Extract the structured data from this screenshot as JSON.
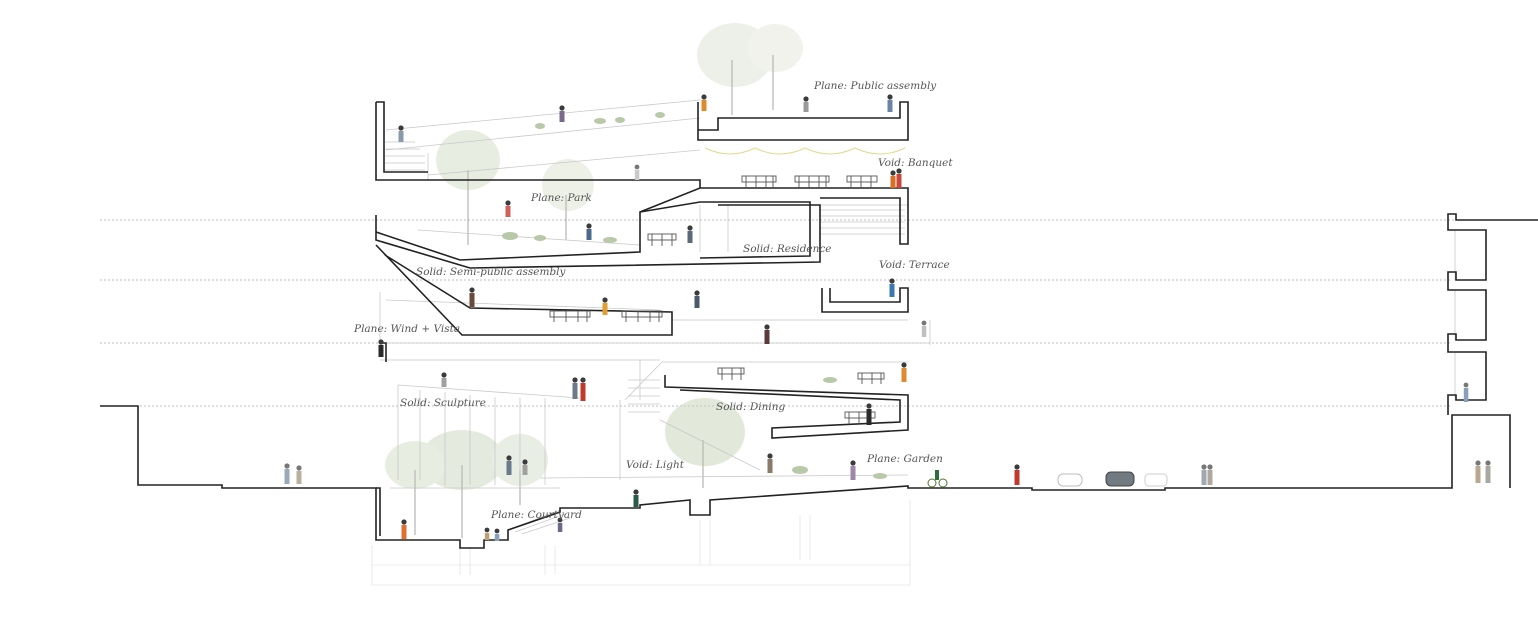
{
  "labels": {
    "public_assembly": "Plane: Public assembly",
    "banquet": "Void: Banquet",
    "park": "Plane: Park",
    "residence": "Solid: Residence",
    "semi_public": "Solid: Semi-public assembly",
    "terrace": "Void: Terrace",
    "wind_vista": "Plane: Wind + Vista",
    "sculpture": "Solid: Sculpture",
    "dining": "Solid: Dining",
    "light": "Void: Light",
    "garden": "Plane: Garden",
    "courtyard": "Plane: Courtyard"
  },
  "colors": {
    "structure": "#222222",
    "secondary_lines": "#c9c9c9",
    "level_lines": "#a8a8a8",
    "foliage": "#c8d4b8",
    "label_text": "#555555"
  },
  "entourage": {
    "trees": "tree-icon",
    "people": "person-icon",
    "cars": "car-icon",
    "tables": "dining-table-icon",
    "bicycle": "bicycle-icon"
  }
}
